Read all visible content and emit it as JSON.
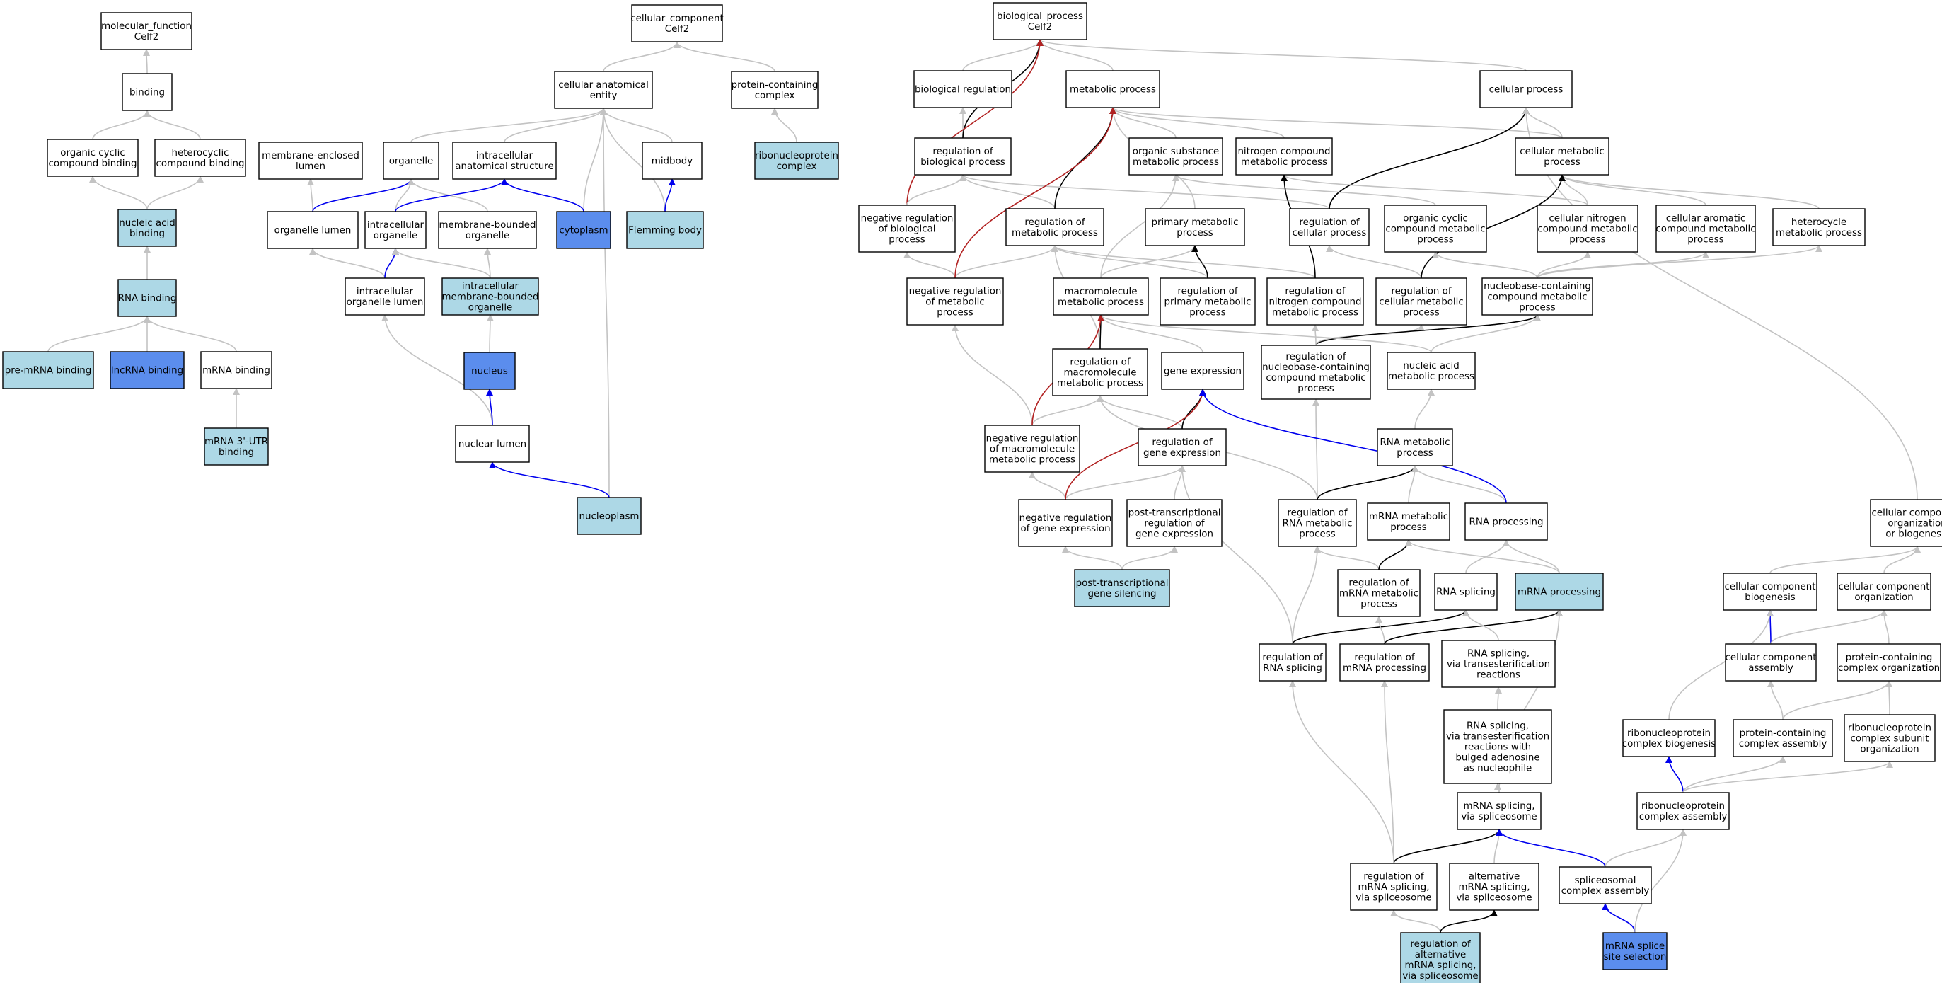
{
  "colors": {
    "white": "#ffffff",
    "light": "#add8e6",
    "dark": "#5b8ded",
    "gray": "#c3c3c3",
    "black": "#000000",
    "blue": "#0000ee",
    "red": "#b22222"
  },
  "nodes": {
    "mf": {
      "lines": [
        "molecular_function",
        "Celf2"
      ],
      "fill": "white"
    },
    "binding": {
      "lines": [
        "binding"
      ],
      "fill": "white"
    },
    "occb": {
      "lines": [
        "organic cyclic",
        "compound binding"
      ],
      "fill": "white"
    },
    "hcb": {
      "lines": [
        "heterocyclic",
        "compound binding"
      ],
      "fill": "white"
    },
    "nab": {
      "lines": [
        "nucleic acid",
        "binding"
      ],
      "fill": "light"
    },
    "rnab": {
      "lines": [
        "RNA binding"
      ],
      "fill": "light"
    },
    "premrna": {
      "lines": [
        "pre-mRNA binding"
      ],
      "fill": "light"
    },
    "lncrna": {
      "lines": [
        "lncRNA binding"
      ],
      "fill": "dark"
    },
    "mrnab": {
      "lines": [
        "mRNA binding"
      ],
      "fill": "white"
    },
    "utr": {
      "lines": [
        "mRNA 3'-UTR",
        "binding"
      ],
      "fill": "light"
    },
    "cc": {
      "lines": [
        "cellular_component",
        "Celf2"
      ],
      "fill": "white"
    },
    "cae": {
      "lines": [
        "cellular anatomical",
        "entity"
      ],
      "fill": "white"
    },
    "pcc": {
      "lines": [
        "protein-containing",
        "complex"
      ],
      "fill": "white"
    },
    "rnpc": {
      "lines": [
        "ribonucleoprotein",
        "complex"
      ],
      "fill": "light"
    },
    "mel": {
      "lines": [
        "membrane-enclosed",
        "lumen"
      ],
      "fill": "white"
    },
    "organelle": {
      "lines": [
        "organelle"
      ],
      "fill": "white"
    },
    "ias": {
      "lines": [
        "intracellular",
        "anatomical structure"
      ],
      "fill": "white"
    },
    "midbody": {
      "lines": [
        "midbody"
      ],
      "fill": "white"
    },
    "olumen": {
      "lines": [
        "organelle lumen"
      ],
      "fill": "white"
    },
    "iorg": {
      "lines": [
        "intracellular",
        "organelle"
      ],
      "fill": "white"
    },
    "mbo": {
      "lines": [
        "membrane-bounded",
        "organelle"
      ],
      "fill": "white"
    },
    "cytoplasm": {
      "lines": [
        "cytoplasm"
      ],
      "fill": "dark"
    },
    "flemming": {
      "lines": [
        "Flemming body"
      ],
      "fill": "light"
    },
    "iol": {
      "lines": [
        "intracellular",
        "organelle lumen"
      ],
      "fill": "white"
    },
    "imbo": {
      "lines": [
        "intracellular",
        "membrane-bounded",
        "organelle"
      ],
      "fill": "light"
    },
    "nucleus": {
      "lines": [
        "nucleus"
      ],
      "fill": "dark"
    },
    "nlumen": {
      "lines": [
        "nuclear lumen"
      ],
      "fill": "white"
    },
    "nucleoplasm": {
      "lines": [
        "nucleoplasm"
      ],
      "fill": "light"
    },
    "bp": {
      "lines": [
        "biological_process",
        "Celf2"
      ],
      "fill": "white"
    },
    "breg": {
      "lines": [
        "biological regulation"
      ],
      "fill": "white"
    },
    "metab": {
      "lines": [
        "metabolic process"
      ],
      "fill": "white"
    },
    "cellp": {
      "lines": [
        "cellular process"
      ],
      "fill": "white"
    },
    "rbp": {
      "lines": [
        "regulation of",
        "biological process"
      ],
      "fill": "white"
    },
    "osmp": {
      "lines": [
        "organic substance",
        "metabolic process"
      ],
      "fill": "white"
    },
    "ncmp": {
      "lines": [
        "nitrogen compound",
        "metabolic process"
      ],
      "fill": "white"
    },
    "cmp": {
      "lines": [
        "cellular metabolic",
        "process"
      ],
      "fill": "white"
    },
    "nrbp": {
      "lines": [
        "negative regulation",
        "of biological",
        "process"
      ],
      "fill": "white"
    },
    "rmp": {
      "lines": [
        "regulation of",
        "metabolic process"
      ],
      "fill": "white"
    },
    "pmp": {
      "lines": [
        "primary metabolic",
        "process"
      ],
      "fill": "white"
    },
    "rcp": {
      "lines": [
        "regulation of",
        "cellular process"
      ],
      "fill": "white"
    },
    "occmp": {
      "lines": [
        "organic cyclic",
        "compound metabolic",
        "process"
      ],
      "fill": "white"
    },
    "cncmp": {
      "lines": [
        "cellular nitrogen",
        "compound metabolic",
        "process"
      ],
      "fill": "white"
    },
    "cacmp": {
      "lines": [
        "cellular aromatic",
        "compound metabolic",
        "process"
      ],
      "fill": "white"
    },
    "hmp": {
      "lines": [
        "heterocycle",
        "metabolic process"
      ],
      "fill": "white"
    },
    "nrmp": {
      "lines": [
        "negative regulation",
        "of metabolic",
        "process"
      ],
      "fill": "white"
    },
    "mmp": {
      "lines": [
        "macromolecule",
        "metabolic process"
      ],
      "fill": "white"
    },
    "rpmp": {
      "lines": [
        "regulation of",
        "primary metabolic",
        "process"
      ],
      "fill": "white"
    },
    "rncmp": {
      "lines": [
        "regulation of",
        "nitrogen compound",
        "metabolic process"
      ],
      "fill": "white"
    },
    "rcmp": {
      "lines": [
        "regulation of",
        "cellular metabolic",
        "process"
      ],
      "fill": "white"
    },
    "nbcmp": {
      "lines": [
        "nucleobase-containing",
        "compound metabolic",
        "process"
      ],
      "fill": "white"
    },
    "rmmp": {
      "lines": [
        "regulation of",
        "macromolecule",
        "metabolic process"
      ],
      "fill": "white"
    },
    "gexp": {
      "lines": [
        "gene expression"
      ],
      "fill": "white"
    },
    "rnbcmp": {
      "lines": [
        "regulation of",
        "nucleobase-containing",
        "compound metabolic",
        "process"
      ],
      "fill": "white"
    },
    "namp": {
      "lines": [
        "nucleic acid",
        "metabolic process"
      ],
      "fill": "white"
    },
    "nrmmp": {
      "lines": [
        "negative regulation",
        "of macromolecule",
        "metabolic process"
      ],
      "fill": "white"
    },
    "rge": {
      "lines": [
        "regulation of",
        "gene expression"
      ],
      "fill": "white"
    },
    "rnamp": {
      "lines": [
        "RNA metabolic",
        "process"
      ],
      "fill": "white"
    },
    "nrge": {
      "lines": [
        "negative regulation",
        "of gene expression"
      ],
      "fill": "white"
    },
    "ptrge": {
      "lines": [
        "post-transcriptional",
        "regulation of",
        "gene expression"
      ],
      "fill": "white"
    },
    "rrnamp": {
      "lines": [
        "regulation of",
        "RNA metabolic",
        "process"
      ],
      "fill": "white"
    },
    "mrnamp": {
      "lines": [
        "mRNA metabolic",
        "process"
      ],
      "fill": "white"
    },
    "rnaproc": {
      "lines": [
        "RNA processing"
      ],
      "fill": "white"
    },
    "ccob": {
      "lines": [
        "cellular component",
        "organization",
        "or biogenesis"
      ],
      "fill": "white"
    },
    "ptgs": {
      "lines": [
        "post-transcriptional",
        "gene silencing"
      ],
      "fill": "light"
    },
    "rmrnamp": {
      "lines": [
        "regulation of",
        "mRNA metabolic",
        "process"
      ],
      "fill": "white"
    },
    "rnasplice": {
      "lines": [
        "RNA splicing"
      ],
      "fill": "white"
    },
    "mrnaproc": {
      "lines": [
        "mRNA processing"
      ],
      "fill": "light"
    },
    "ccb": {
      "lines": [
        "cellular component",
        "biogenesis"
      ],
      "fill": "white"
    },
    "cco": {
      "lines": [
        "cellular component",
        "organization"
      ],
      "fill": "white"
    },
    "rrnas": {
      "lines": [
        "regulation of",
        "RNA splicing"
      ],
      "fill": "white"
    },
    "rmrnap": {
      "lines": [
        "regulation of",
        "mRNA processing"
      ],
      "fill": "white"
    },
    "rnast": {
      "lines": [
        "RNA splicing,",
        "via transesterification",
        "reactions"
      ],
      "fill": "white"
    },
    "cca": {
      "lines": [
        "cellular component",
        "assembly"
      ],
      "fill": "white"
    },
    "pcco": {
      "lines": [
        "protein-containing",
        "complex organization"
      ],
      "fill": "white"
    },
    "rnastb": {
      "lines": [
        "RNA splicing,",
        "via transesterification",
        "reactions with",
        "bulged adenosine",
        "as nucleophile"
      ],
      "fill": "white"
    },
    "rnpcb": {
      "lines": [
        "ribonucleoprotein",
        "complex biogenesis"
      ],
      "fill": "white"
    },
    "pcca": {
      "lines": [
        "protein-containing",
        "complex assembly"
      ],
      "fill": "white"
    },
    "rnpcso": {
      "lines": [
        "ribonucleoprotein",
        "complex subunit",
        "organization"
      ],
      "fill": "white"
    },
    "mrnass": {
      "lines": [
        "mRNA splicing,",
        "via spliceosome"
      ],
      "fill": "white"
    },
    "rnpca": {
      "lines": [
        "ribonucleoprotein",
        "complex assembly"
      ],
      "fill": "white"
    },
    "rmrnass": {
      "lines": [
        "regulation of",
        "mRNA splicing,",
        "via spliceosome"
      ],
      "fill": "white"
    },
    "altss": {
      "lines": [
        "alternative",
        "mRNA splicing,",
        "via spliceosome"
      ],
      "fill": "white"
    },
    "sca": {
      "lines": [
        "spliceosomal",
        "complex assembly"
      ],
      "fill": "white"
    },
    "raltss": {
      "lines": [
        "regulation of",
        "alternative",
        "mRNA splicing,",
        "via spliceosome"
      ],
      "fill": "light"
    },
    "mssel": {
      "lines": [
        "mRNA splice",
        "site selection"
      ],
      "fill": "dark"
    }
  },
  "edges": [
    [
      "binding",
      "mf",
      "gray"
    ],
    [
      "occb",
      "binding",
      "gray"
    ],
    [
      "hcb",
      "binding",
      "gray"
    ],
    [
      "nab",
      "occb",
      "gray"
    ],
    [
      "nab",
      "hcb",
      "gray"
    ],
    [
      "rnab",
      "nab",
      "gray"
    ],
    [
      "premrna",
      "rnab",
      "gray"
    ],
    [
      "lncrna",
      "rnab",
      "gray"
    ],
    [
      "mrnab",
      "rnab",
      "gray"
    ],
    [
      "utr",
      "mrnab",
      "gray"
    ],
    [
      "cae",
      "cc",
      "gray"
    ],
    [
      "pcc",
      "cc",
      "gray"
    ],
    [
      "rnpc",
      "pcc",
      "gray"
    ],
    [
      "organelle",
      "cae",
      "gray"
    ],
    [
      "ias",
      "cae",
      "gray"
    ],
    [
      "midbody",
      "cae",
      "gray"
    ],
    [
      "cytoplasm",
      "cae",
      "gray"
    ],
    [
      "flemming",
      "cae",
      "gray"
    ],
    [
      "nucleoplasm",
      "cae",
      "gray"
    ],
    [
      "olumen",
      "mel",
      "gray"
    ],
    [
      "olumen",
      "organelle",
      "blue"
    ],
    [
      "iorg",
      "organelle",
      "gray"
    ],
    [
      "mbo",
      "organelle",
      "gray"
    ],
    [
      "iorg",
      "ias",
      "blue"
    ],
    [
      "cytoplasm",
      "ias",
      "blue"
    ],
    [
      "flemming",
      "midbody",
      "blue"
    ],
    [
      "iol",
      "olumen",
      "gray"
    ],
    [
      "iol",
      "iorg",
      "blue"
    ],
    [
      "imbo",
      "iorg",
      "gray"
    ],
    [
      "imbo",
      "mbo",
      "gray"
    ],
    [
      "nucleus",
      "imbo",
      "gray"
    ],
    [
      "nlumen",
      "iol",
      "gray"
    ],
    [
      "nlumen",
      "nucleus",
      "blue"
    ],
    [
      "nucleoplasm",
      "nlumen",
      "blue"
    ],
    [
      "breg",
      "bp",
      "gray"
    ],
    [
      "metab",
      "bp",
      "gray"
    ],
    [
      "cellp",
      "bp",
      "gray"
    ],
    [
      "rbp",
      "breg",
      "gray"
    ],
    [
      "rbp",
      "bp",
      "black"
    ],
    [
      "nrbp",
      "bp",
      "red"
    ],
    [
      "nrbp",
      "rbp",
      "gray"
    ],
    [
      "osmp",
      "metab",
      "gray"
    ],
    [
      "ncmp",
      "metab",
      "gray"
    ],
    [
      "cmp",
      "metab",
      "gray"
    ],
    [
      "cmp",
      "cellp",
      "gray"
    ],
    [
      "rmp",
      "rbp",
      "gray"
    ],
    [
      "rmp",
      "metab",
      "black"
    ],
    [
      "pmp",
      "metab",
      "gray"
    ],
    [
      "rcp",
      "rbp",
      "gray"
    ],
    [
      "rcp",
      "cellp",
      "black"
    ],
    [
      "occmp",
      "osmp",
      "gray"
    ],
    [
      "cncmp",
      "ncmp",
      "gray"
    ],
    [
      "cncmp",
      "cmp",
      "gray"
    ],
    [
      "cacmp",
      "cmp",
      "gray"
    ],
    [
      "hmp",
      "cmp",
      "gray"
    ],
    [
      "nrmp",
      "rmp",
      "gray"
    ],
    [
      "nrmp",
      "nrbp",
      "gray"
    ],
    [
      "nrmp",
      "metab",
      "red"
    ],
    [
      "mmp",
      "osmp",
      "gray"
    ],
    [
      "mmp",
      "pmp",
      "gray"
    ],
    [
      "rpmp",
      "rmp",
      "gray"
    ],
    [
      "rpmp",
      "pmp",
      "black"
    ],
    [
      "rncmp",
      "rmp",
      "gray"
    ],
    [
      "rncmp",
      "ncmp",
      "black"
    ],
    [
      "rcmp",
      "rcp",
      "gray"
    ],
    [
      "rcmp",
      "cmp",
      "black"
    ],
    [
      "nbcmp",
      "occmp",
      "gray"
    ],
    [
      "nbcmp",
      "cncmp",
      "gray"
    ],
    [
      "nbcmp",
      "cacmp",
      "gray"
    ],
    [
      "nbcmp",
      "hmp",
      "gray"
    ],
    [
      "rmmp",
      "rmp",
      "gray"
    ],
    [
      "rmmp",
      "mmp",
      "black"
    ],
    [
      "gexp",
      "mmp",
      "gray"
    ],
    [
      "rnbcmp",
      "rcmp",
      "gray"
    ],
    [
      "rnbcmp",
      "nbcmp",
      "black"
    ],
    [
      "rnbcmp",
      "rncmp",
      "gray"
    ],
    [
      "namp",
      "nbcmp",
      "gray"
    ],
    [
      "namp",
      "mmp",
      "gray"
    ],
    [
      "nrmmp",
      "rmmp",
      "gray"
    ],
    [
      "nrmmp",
      "nrmp",
      "gray"
    ],
    [
      "nrmmp",
      "mmp",
      "red"
    ],
    [
      "rge",
      "rmmp",
      "gray"
    ],
    [
      "rge",
      "gexp",
      "black"
    ],
    [
      "rnamp",
      "namp",
      "gray"
    ],
    [
      "nrge",
      "rge",
      "gray"
    ],
    [
      "nrge",
      "nrmmp",
      "gray"
    ],
    [
      "nrge",
      "gexp",
      "red"
    ],
    [
      "ptrge",
      "rge",
      "gray"
    ],
    [
      "rrnamp",
      "rnbcmp",
      "gray"
    ],
    [
      "rrnamp",
      "rmmp",
      "gray"
    ],
    [
      "rrnamp",
      "rnamp",
      "black"
    ],
    [
      "mrnamp",
      "rnamp",
      "gray"
    ],
    [
      "rnaproc",
      "rnamp",
      "gray"
    ],
    [
      "rnaproc",
      "gexp",
      "blue"
    ],
    [
      "ccob",
      "cellp",
      "gray"
    ],
    [
      "ptgs",
      "nrge",
      "gray"
    ],
    [
      "ptgs",
      "ptrge",
      "gray"
    ],
    [
      "rmrnamp",
      "rrnamp",
      "gray"
    ],
    [
      "rmrnamp",
      "mrnamp",
      "black"
    ],
    [
      "rnasplice",
      "rnaproc",
      "gray"
    ],
    [
      "mrnaproc",
      "mrnamp",
      "gray"
    ],
    [
      "mrnaproc",
      "rnaproc",
      "gray"
    ],
    [
      "ccb",
      "ccob",
      "gray"
    ],
    [
      "cco",
      "ccob",
      "gray"
    ],
    [
      "rrnas",
      "rrnamp",
      "gray"
    ],
    [
      "rrnas",
      "rnasplice",
      "black"
    ],
    [
      "rrnas",
      "rge",
      "gray"
    ],
    [
      "rmrnap",
      "rmrnamp",
      "gray"
    ],
    [
      "rmrnap",
      "mrnaproc",
      "black"
    ],
    [
      "rnast",
      "rnasplice",
      "gray"
    ],
    [
      "cca",
      "ccb",
      "blue"
    ],
    [
      "cca",
      "cco",
      "gray"
    ],
    [
      "pcco",
      "cco",
      "gray"
    ],
    [
      "rnastb",
      "rnast",
      "gray"
    ],
    [
      "rnpcb",
      "ccb",
      "gray"
    ],
    [
      "pcca",
      "cca",
      "gray"
    ],
    [
      "pcca",
      "pcco",
      "gray"
    ],
    [
      "rnpcso",
      "pcco",
      "gray"
    ],
    [
      "mrnass",
      "rnastb",
      "gray"
    ],
    [
      "mrnass",
      "mrnaproc",
      "gray"
    ],
    [
      "rnpca",
      "rnpcb",
      "blue"
    ],
    [
      "rnpca",
      "pcca",
      "gray"
    ],
    [
      "rnpca",
      "rnpcso",
      "gray"
    ],
    [
      "rmrnass",
      "mrnass",
      "black"
    ],
    [
      "rmrnass",
      "rrnas",
      "gray"
    ],
    [
      "rmrnass",
      "rmrnap",
      "gray"
    ],
    [
      "altss",
      "mrnass",
      "gray"
    ],
    [
      "sca",
      "mrnass",
      "blue"
    ],
    [
      "sca",
      "rnpca",
      "gray"
    ],
    [
      "raltss",
      "rmrnass",
      "gray"
    ],
    [
      "raltss",
      "altss",
      "black"
    ],
    [
      "mssel",
      "sca",
      "blue"
    ],
    [
      "mssel",
      "rnpca",
      "gray"
    ]
  ]
}
